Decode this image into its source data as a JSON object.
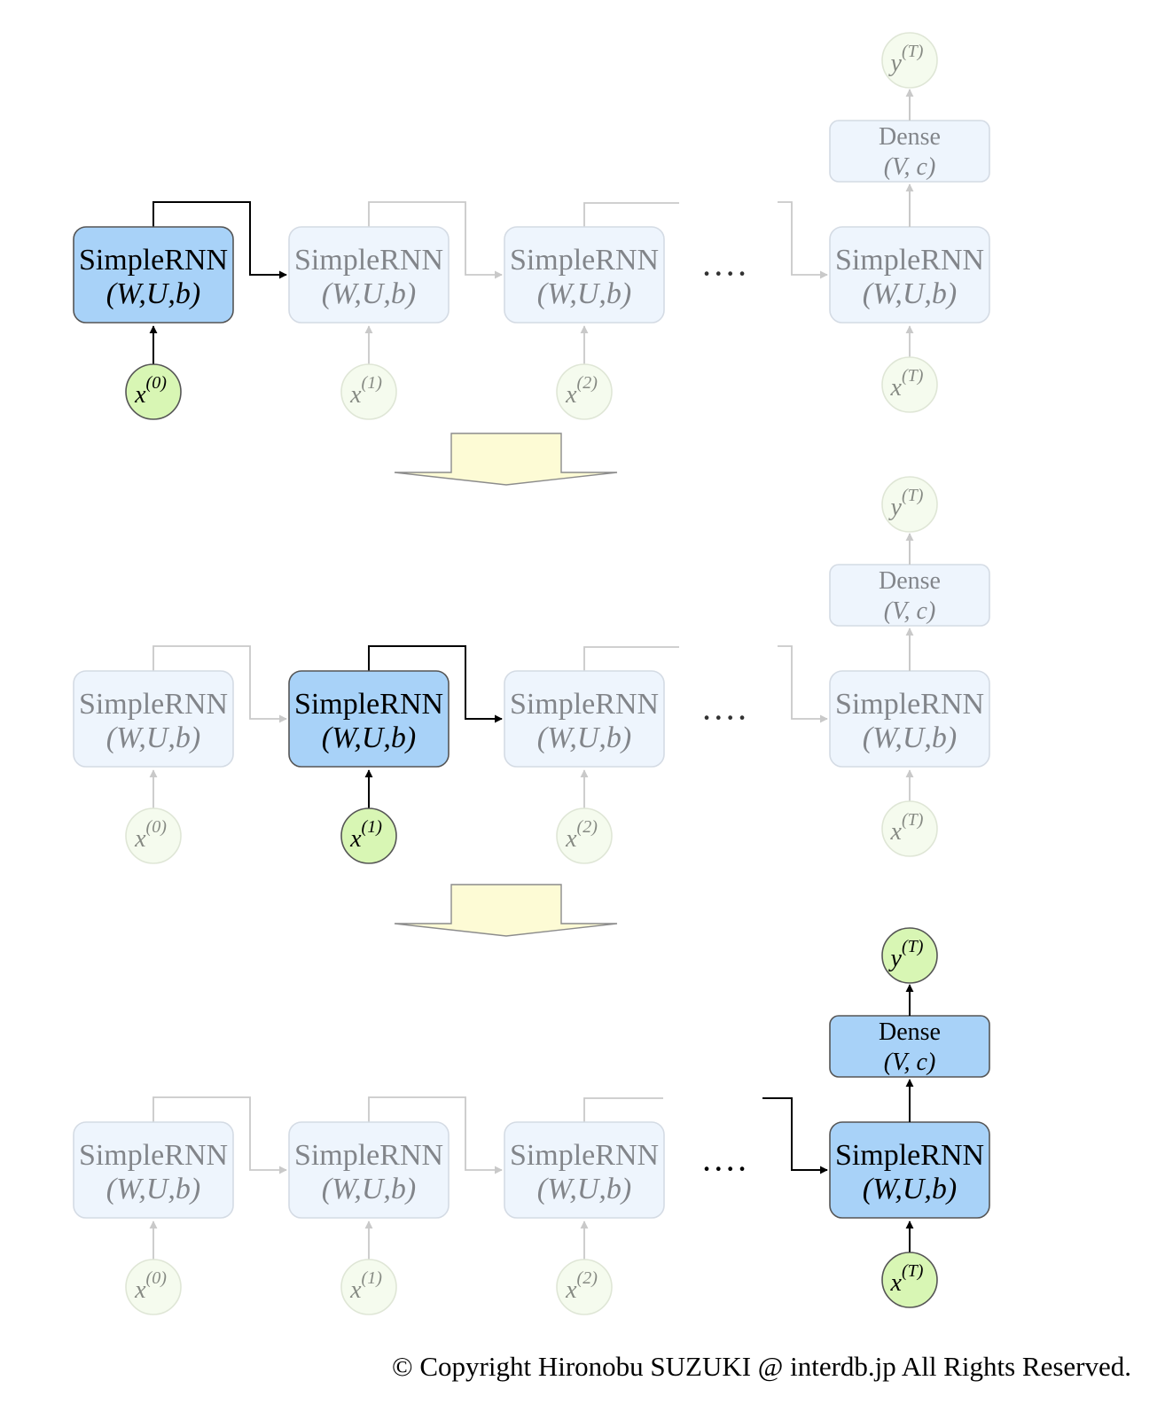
{
  "colors": {
    "active_box_fill": "#a8d2f8",
    "inactive_box_fill": "#eef5fd",
    "active_circle_fill": "#d8f6b4",
    "inactive_circle_fill": "#f5fbee",
    "transition_arrow_fill": "#fdfbd5"
  },
  "rnn_cell": {
    "title": "SimpleRNN",
    "params": "(W,U,b)"
  },
  "dense_layer": {
    "title": "Dense",
    "params": "(V, c)"
  },
  "inputs": {
    "x0": {
      "base": "x",
      "sup": "(0)"
    },
    "x1": {
      "base": "x",
      "sup": "(1)"
    },
    "x2": {
      "base": "x",
      "sup": "(2)"
    },
    "xT": {
      "base": "x",
      "sup": "(T)"
    }
  },
  "output": {
    "base": "y",
    "sup": "(T)"
  },
  "ellipsis": "····",
  "stages": [
    {
      "active": "cell-0"
    },
    {
      "active": "cell-1"
    },
    {
      "active": "cell-T"
    }
  ],
  "copyright": "© Copyright Hironobu SUZUKI @ interdb.jp All Rights Reserved."
}
